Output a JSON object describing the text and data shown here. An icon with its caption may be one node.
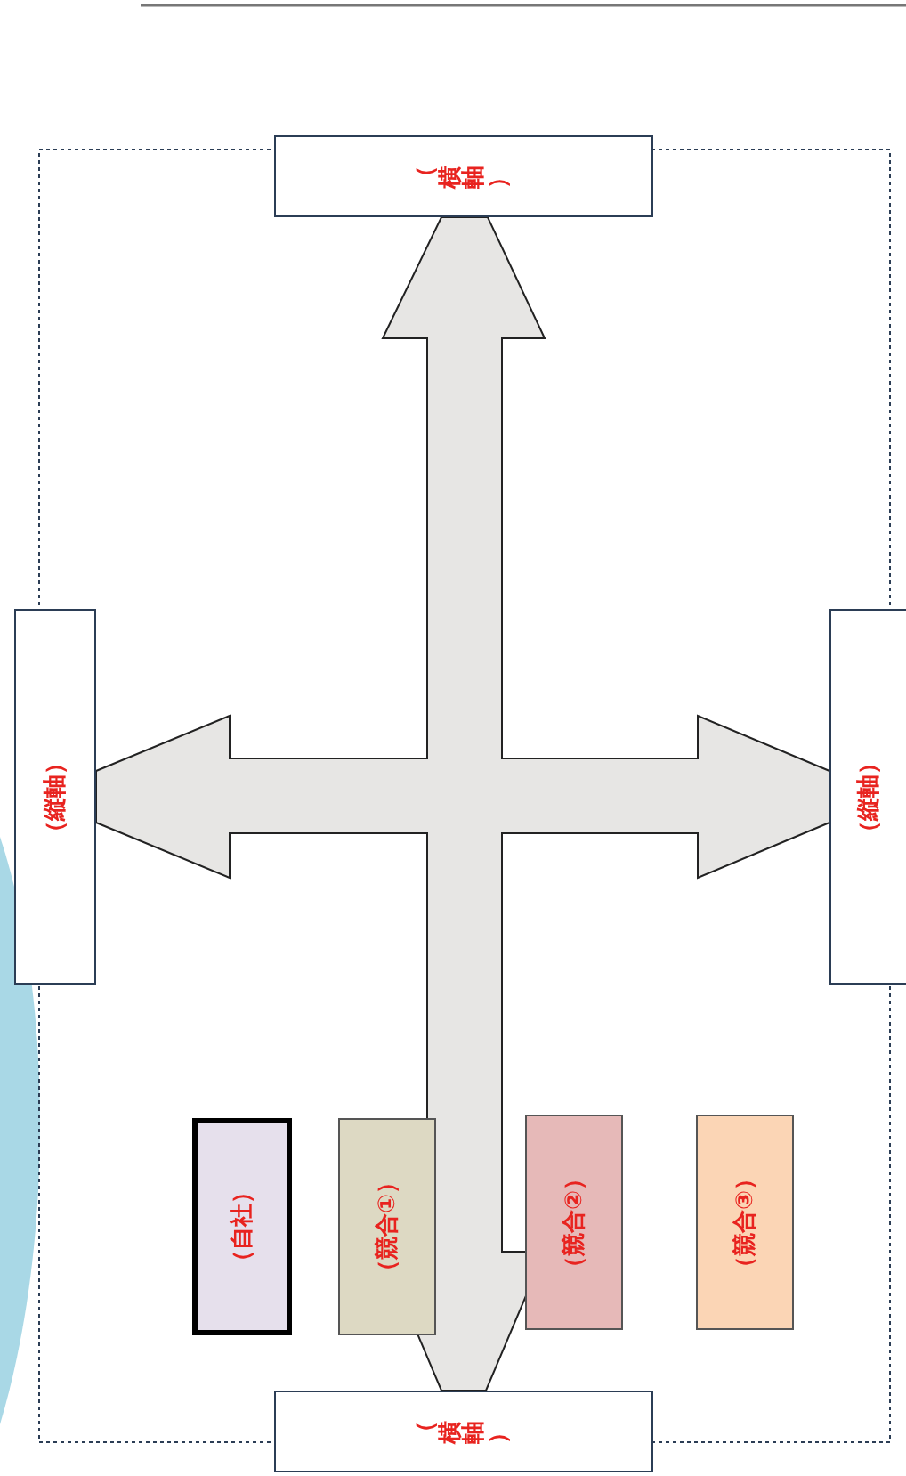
{
  "diagram": {
    "nodes": [
      {
        "text": [
          "（横軸）"
        ]
      },
      {
        "text": [
          "（縦軸）"
        ]
      },
      {
        "text": [
          "（縦軸）"
        ]
      },
      {
        "text": [
          "（自社）"
        ]
      },
      {
        "text": [
          "（競合①）"
        ]
      },
      {
        "text": [
          "（競合②）"
        ]
      },
      {
        "text": [
          "（競合③）"
        ]
      },
      {
        "text": [
          "（横軸）"
        ]
      }
    ]
  }
}
